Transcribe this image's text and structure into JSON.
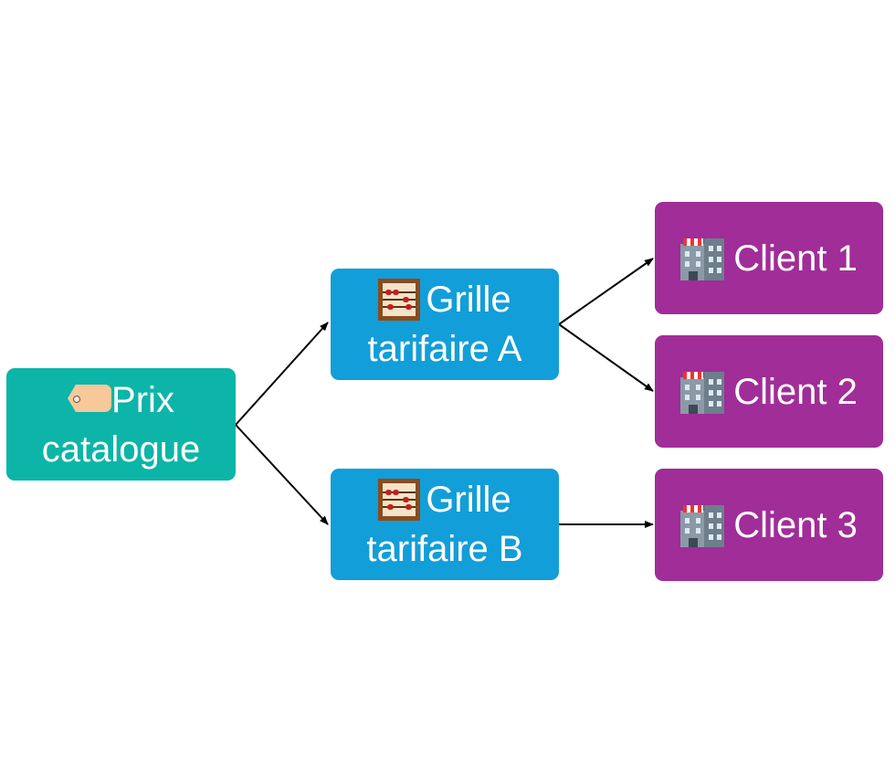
{
  "colors": {
    "catalogue": "#0cb5a7",
    "grille": "#129ed8",
    "client": "#a02d98",
    "edge": "#000000"
  },
  "nodes": {
    "prix_catalogue": {
      "icon": "tag-icon",
      "line1": "Prix",
      "line2": "catalogue"
    },
    "grille_a": {
      "icon": "abacus-icon",
      "line1": "Grille",
      "line2": "tarifaire A"
    },
    "grille_b": {
      "icon": "abacus-icon",
      "line1": "Grille",
      "line2": "tarifaire B"
    },
    "client_1": {
      "icon": "building-icon",
      "label": "Client 1"
    },
    "client_2": {
      "icon": "building-icon",
      "label": "Client 2"
    },
    "client_3": {
      "icon": "building-icon",
      "label": "Client 3"
    }
  },
  "edges": [
    {
      "from": "prix_catalogue",
      "to": "grille_a"
    },
    {
      "from": "prix_catalogue",
      "to": "grille_b"
    },
    {
      "from": "grille_a",
      "to": "client_1"
    },
    {
      "from": "grille_a",
      "to": "client_2"
    },
    {
      "from": "grille_b",
      "to": "client_3"
    }
  ]
}
